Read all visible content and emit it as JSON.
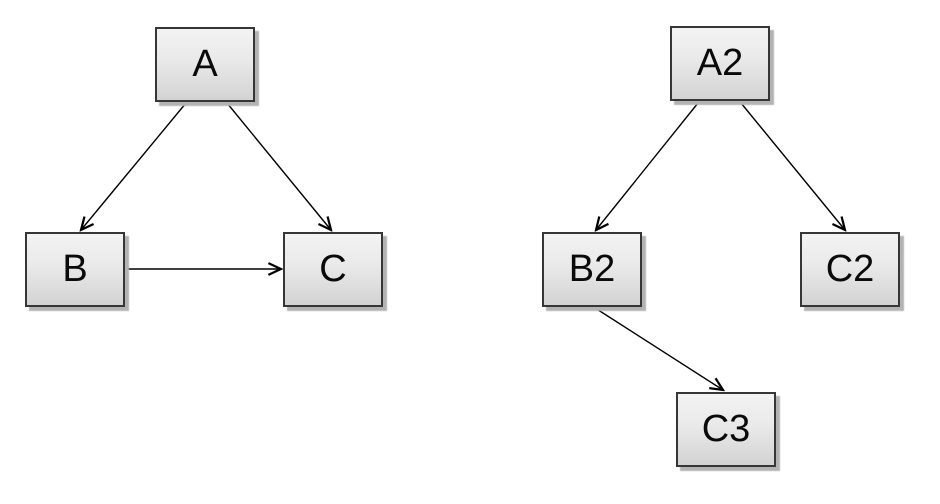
{
  "canvas": {
    "background": "#ffffff"
  },
  "styles": {
    "node_fill_top": "#f3f3f3",
    "node_fill_bottom": "#d3d3d3",
    "node_border": "#363636",
    "node_shadow": "#b3b3b3",
    "edge_color": "#000000",
    "label_color": "#0a0a0a"
  },
  "diagrams": [
    {
      "name": "left-graph",
      "nodes": [
        {
          "id": "A",
          "label": "A"
        },
        {
          "id": "B",
          "label": "B"
        },
        {
          "id": "C",
          "label": "C"
        }
      ],
      "edges": [
        {
          "from": "A",
          "to": "B"
        },
        {
          "from": "A",
          "to": "C"
        },
        {
          "from": "B",
          "to": "C"
        }
      ]
    },
    {
      "name": "right-graph",
      "nodes": [
        {
          "id": "A2",
          "label": "A2"
        },
        {
          "id": "B2",
          "label": "B2"
        },
        {
          "id": "C2",
          "label": "C2"
        },
        {
          "id": "C3",
          "label": "C3"
        }
      ],
      "edges": [
        {
          "from": "A2",
          "to": "B2"
        },
        {
          "from": "A2",
          "to": "C2"
        },
        {
          "from": "B2",
          "to": "C3"
        }
      ]
    }
  ]
}
